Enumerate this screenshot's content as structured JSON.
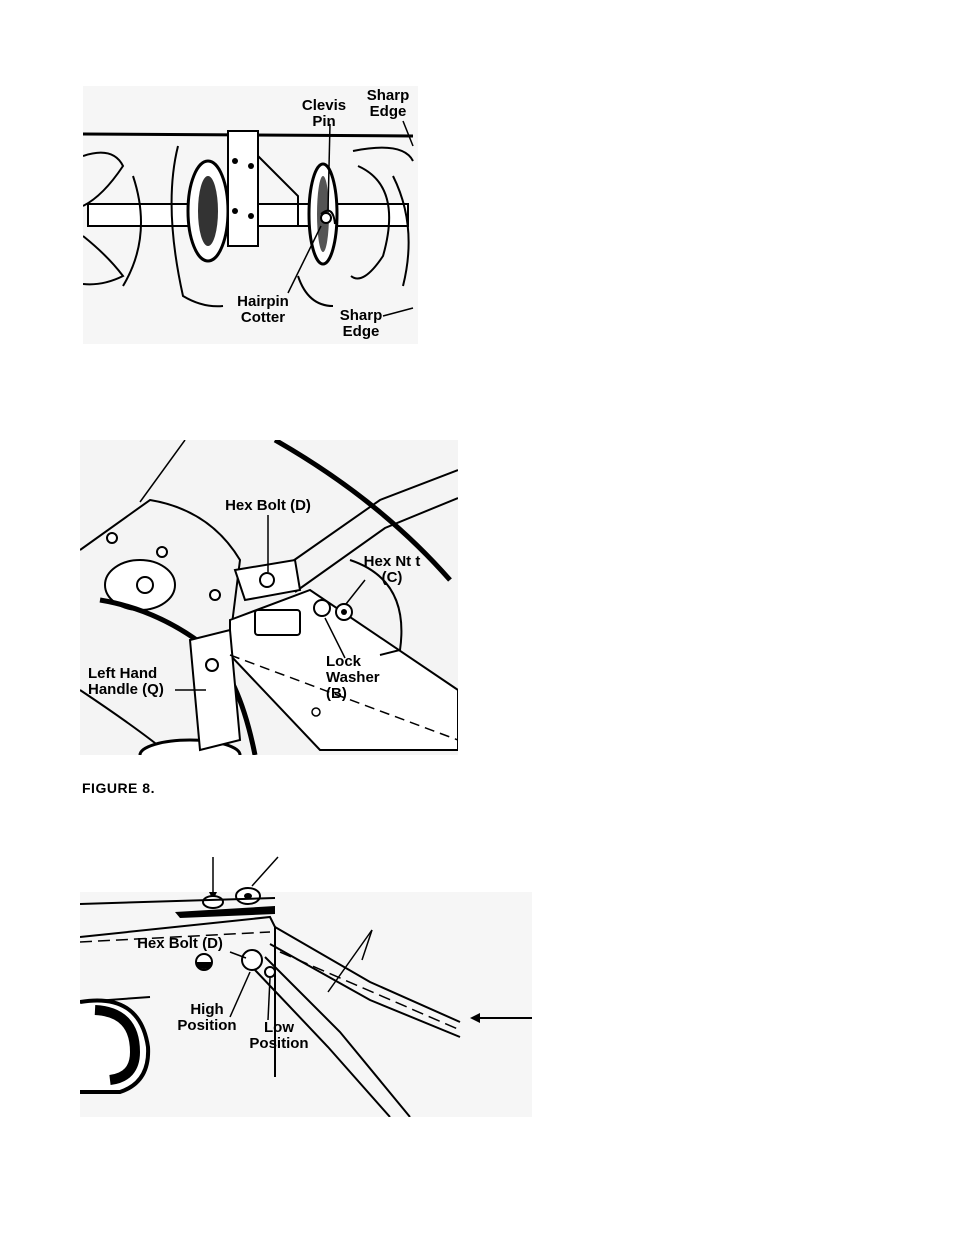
{
  "figure1": {
    "labels": {
      "clevis_pin": "Clevis\nPin",
      "sharp_edge_top": "Sharp\nEdge",
      "hairpin_cotter": "Hairpin\nCotter",
      "sharp_edge_bottom": "Sharp\nEdge"
    }
  },
  "figure2": {
    "caption": "FIGURE 8.",
    "labels": {
      "hex_bolt": "Hex Bolt (D)",
      "hex_nut": "Hex Nt t\n(C)",
      "lock_washer": "Lock\nWasher\n(B)",
      "left_hand_handle": "Left Hand\nHandle (Q)"
    }
  },
  "figure3": {
    "labels": {
      "hex_bolt": "Hex Bolt (D)",
      "high_position": "High\nPosition",
      "low_position": "Low\nPosition"
    }
  }
}
